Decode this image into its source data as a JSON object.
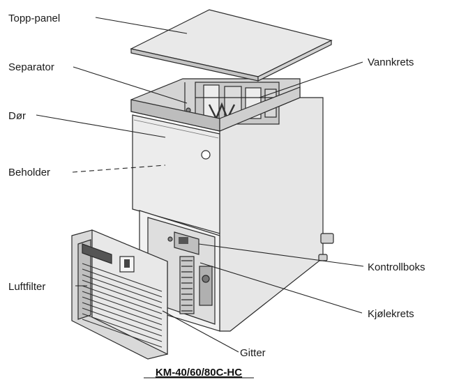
{
  "diagram": {
    "labels": {
      "top_panel": "Topp-panel",
      "separator": "Separator",
      "door": "Dør",
      "bin": "Beholder",
      "air_filter": "Luftfilter",
      "water_circuit": "Vannkrets",
      "control_box": "Kontrollboks",
      "refrigeration_circuit": "Kjølekrets",
      "grille": "Gitter"
    },
    "caption": "KM-40/60/80C-HC"
  }
}
